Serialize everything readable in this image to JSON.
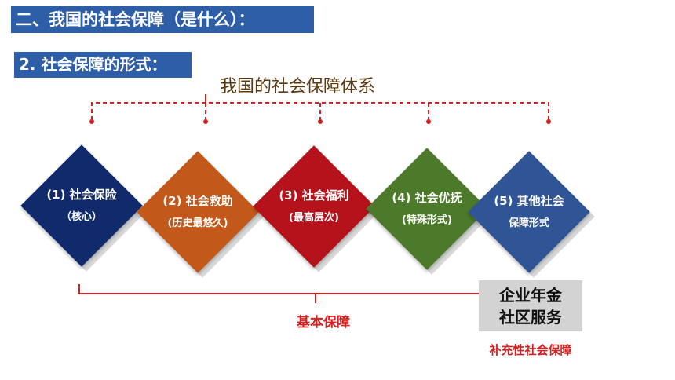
{
  "heading": "二、我国的社会保障（是什么）：",
  "subheading": "2. 社会保障的形式：",
  "system_title": "我国的社会保障体系",
  "items": [
    {
      "title": "(1) 社会保险",
      "sub": "（核心）",
      "color": "#102a6b"
    },
    {
      "title": "(2) 社会救助",
      "sub": "(历史最悠久)",
      "color": "#c2591a"
    },
    {
      "title": "(3) 社会福利",
      "sub": "(最高层次)",
      "color": "#b5121b"
    },
    {
      "title": "(4) 社会优抚",
      "sub": "(特殊形式)",
      "color": "#4c7a2a"
    },
    {
      "title": "(5) 其他社会",
      "sub": "保障形式",
      "color": "#2f5597"
    }
  ],
  "basic_label": "基本保障",
  "other_box": {
    "line1": "企业年金",
    "line2": "社区服务"
  },
  "supplement_label": "补充性社会保障",
  "colors": {
    "accent": "#2f5ea8",
    "bracket": "#d42020",
    "title_brown": "#5b3a10"
  }
}
